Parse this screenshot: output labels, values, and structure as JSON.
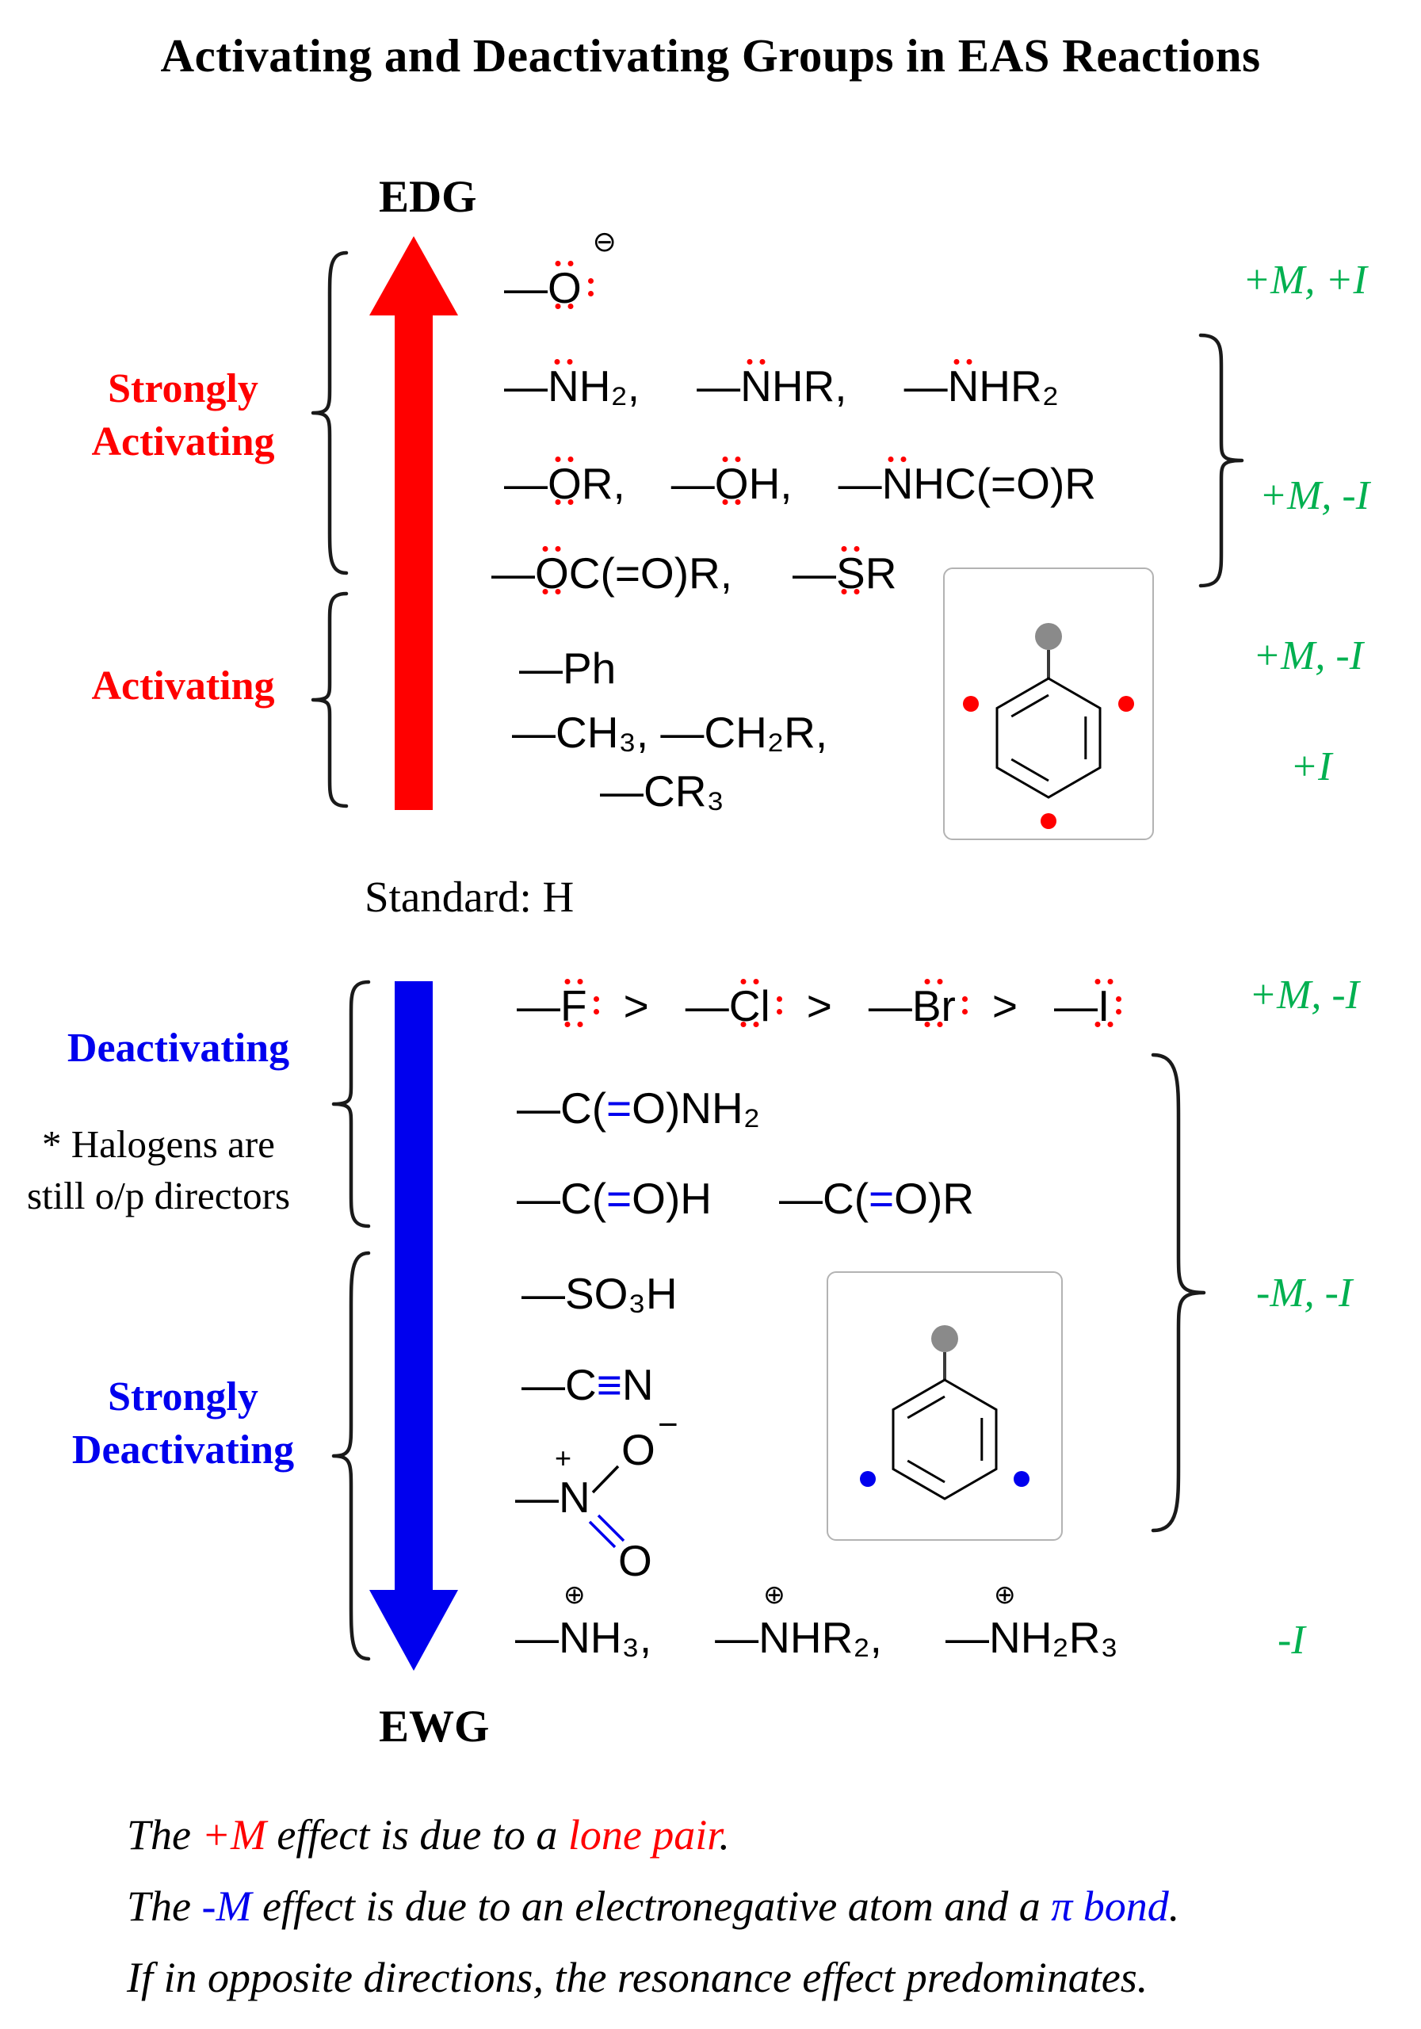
{
  "title": "Activating and Deactivating Groups in EAS Reactions",
  "axis": {
    "top": "EDG",
    "bottom": "EWG",
    "standard": "Standard: H"
  },
  "sections": {
    "strongly_activating": {
      "line1": "Strongly",
      "line2": "Activating"
    },
    "activating": {
      "line1": "Activating"
    },
    "deactivating": {
      "line1": "Deactivating"
    },
    "halogen_note": {
      "line1": "* Halogens are",
      "line2": "still o/p directors"
    },
    "strongly_deactivating": {
      "line1": "Strongly",
      "line2": "Deactivating"
    }
  },
  "effects": {
    "oxide": "+M, +I",
    "strong_edg": "+M, -I",
    "ph": "+M, -I",
    "alkyl": "+I",
    "halogens": "+M, -I",
    "strong_ewg": "-M, -I",
    "ammonium": "-I"
  },
  "formulas": {
    "oxide": [
      [
        {
          "t": "—"
        },
        {
          "t": "O",
          "lp": [
            "t",
            "b",
            "r"
          ],
          "chg": "⊖",
          "cp": "tr"
        }
      ]
    ],
    "amines": [
      [
        {
          "t": "—"
        },
        {
          "t": "N",
          "lp": [
            "t"
          ]
        },
        {
          "t": "H₂,"
        }
      ],
      [
        {
          "t": "—"
        },
        {
          "t": "N",
          "lp": [
            "t"
          ]
        },
        {
          "t": "HR,"
        }
      ],
      [
        {
          "t": "—"
        },
        {
          "t": "N",
          "lp": [
            "t"
          ]
        },
        {
          "t": "HR₂"
        }
      ]
    ],
    "ethers": [
      [
        {
          "t": "—"
        },
        {
          "t": "O",
          "lp": [
            "t",
            "b"
          ]
        },
        {
          "t": "R,"
        }
      ],
      [
        {
          "t": "—"
        },
        {
          "t": "O",
          "lp": [
            "t",
            "b"
          ]
        },
        {
          "t": "H,"
        }
      ],
      [
        {
          "t": "—"
        },
        {
          "t": "N",
          "lp": [
            "t"
          ]
        },
        {
          "t": "HC(=O)R"
        }
      ]
    ],
    "esters": [
      [
        {
          "t": "—"
        },
        {
          "t": "O",
          "lp": [
            "t",
            "b"
          ]
        },
        {
          "t": "C(=O)R,"
        }
      ],
      [
        {
          "t": "—"
        },
        {
          "t": "S",
          "lp": [
            "t",
            "b"
          ]
        },
        {
          "t": "R"
        }
      ]
    ],
    "phenyl": [
      [
        {
          "t": "—Ph"
        }
      ]
    ],
    "alkyl": [
      [
        {
          "t": "—CH₃, —CH₂R,"
        }
      ]
    ],
    "alkyl2": [
      [
        {
          "t": "—CR₃"
        }
      ]
    ],
    "halogens": [
      [
        {
          "t": "—"
        },
        {
          "t": "F",
          "lp": [
            "t",
            "b",
            "r"
          ]
        }
      ],
      [
        {
          "t": ">"
        }
      ],
      [
        {
          "t": "—"
        },
        {
          "t": "Cl",
          "lp": [
            "t",
            "b",
            "r"
          ]
        }
      ],
      [
        {
          "t": ">"
        }
      ],
      [
        {
          "t": "—"
        },
        {
          "t": "Br",
          "lp": [
            "t",
            "b",
            "r"
          ]
        }
      ],
      [
        {
          "t": ">"
        }
      ],
      [
        {
          "t": "—"
        },
        {
          "t": "I",
          "lp": [
            "t",
            "b",
            "r"
          ]
        }
      ]
    ],
    "amide": [
      [
        {
          "t": "—C("
        },
        {
          "t": "=",
          "blue": true
        },
        {
          "t": "O)NH₂"
        }
      ]
    ],
    "carbonyls": [
      [
        {
          "t": "—C("
        },
        {
          "t": "=",
          "blue": true
        },
        {
          "t": "O)H"
        }
      ],
      [
        {
          "t": "—C("
        },
        {
          "t": "=",
          "blue": true
        },
        {
          "t": "O)R"
        }
      ]
    ],
    "sulfonic": [
      [
        {
          "t": "—SO₃H"
        }
      ]
    ],
    "nitrile": [
      [
        {
          "t": "—C"
        },
        {
          "t": "≡",
          "blue": true
        },
        {
          "t": "N"
        }
      ]
    ],
    "ammonium": [
      [
        {
          "t": "—"
        },
        {
          "t": "N",
          "chg": "⊕",
          "cp": "t"
        },
        {
          "t": "H₃,"
        }
      ],
      [
        {
          "t": "—"
        },
        {
          "t": "N",
          "chg": "⊕",
          "cp": "t"
        },
        {
          "t": "HR₂,"
        }
      ],
      [
        {
          "t": "—"
        },
        {
          "t": "N",
          "chg": "⊕",
          "cp": "t"
        },
        {
          "t": "H₂R₃"
        }
      ]
    ]
  },
  "nitro": {
    "stem": "—N",
    "plus": "+",
    "oxygen_top": "O",
    "minus": "−",
    "oxygen_bottom": "O"
  },
  "notes": [
    {
      "segments": [
        {
          "t": "The ",
          "c": "k"
        },
        {
          "t": "+M ",
          "c": "r"
        },
        {
          "t": "effect is due to a ",
          "c": "k"
        },
        {
          "t": "lone pair",
          "c": "r"
        },
        {
          "t": ".",
          "c": "k"
        }
      ]
    },
    {
      "segments": [
        {
          "t": "The ",
          "c": "k"
        },
        {
          "t": "-M ",
          "c": "b"
        },
        {
          "t": "effect is due to an electronegative atom and a ",
          "c": "k"
        },
        {
          "t": "π bond",
          "c": "b"
        },
        {
          "t": ".",
          "c": "k"
        }
      ]
    },
    {
      "segments": [
        {
          "t": "If in opposite directions, the resonance effect predominates.",
          "c": "k"
        }
      ]
    }
  ],
  "colors": {
    "activating": "#ff0000",
    "deactivating": "#0000ee",
    "effect": "#00b050",
    "lone_pair": "#ff0000",
    "substituent_gray": "#8a8a8a",
    "box_border": "#b3b3b3"
  }
}
